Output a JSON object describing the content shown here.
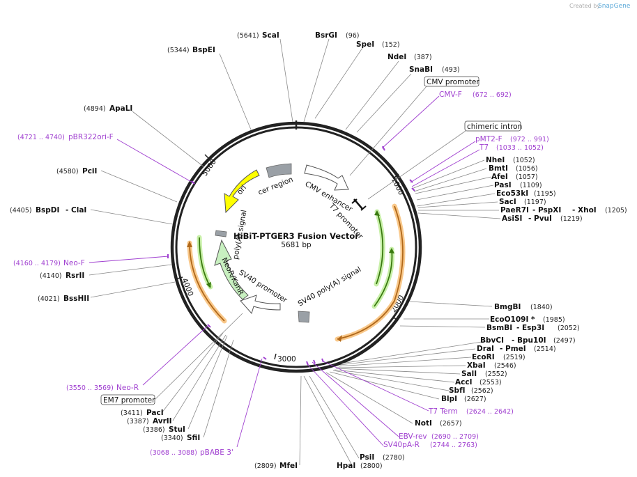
{
  "credit": {
    "created_by": "Created by",
    "brand": "SnapGene"
  },
  "plasmid": {
    "name": "HiBiT-PTGER3  Fusion Vector",
    "length": "5681 bp"
  },
  "ticks": [
    "1000",
    "2000",
    "3000",
    "4000",
    "5000"
  ],
  "boxed_labels": {
    "cmv_promoter": "CMV promoter",
    "chimeric_intron": "chimeric intron",
    "em7_promoter": "EM7 promoter"
  },
  "features": {
    "cmv_enhancer": "CMV enhancer",
    "t7_promoter": "T7 promoter",
    "sv40_polya_right": "SV40 poly(A) signal",
    "sv40_promoter": "SV40 promoter",
    "neor": "NeoR/KanR",
    "polya_left": "poly(A) signal",
    "ori": "ori",
    "cer": "cer region"
  },
  "sites": [
    {
      "name": "ScaI",
      "pos": "(5641)"
    },
    {
      "name": "BsrGI",
      "pos": "(96)"
    },
    {
      "name": "SpeI",
      "pos": "(152)"
    },
    {
      "name": "NdeI",
      "pos": "(387)"
    },
    {
      "name": "SnaBI",
      "pos": "(493)"
    },
    {
      "name": "BspEI",
      "pos": "(5344)"
    },
    {
      "name": "ApaLI",
      "pos": "(4894)"
    },
    {
      "name": "PciI",
      "pos": "(4580)"
    },
    {
      "name": "BspDI",
      "pos": "(4405)"
    },
    {
      "name": "- ClaI",
      "pos": ""
    },
    {
      "name": "RsrII",
      "pos": "(4140)"
    },
    {
      "name": "BssHII",
      "pos": "(4021)"
    },
    {
      "name": "NheI",
      "pos": "(1052)"
    },
    {
      "name": "BmtI",
      "pos": "(1056)"
    },
    {
      "name": "AfeI",
      "pos": "(1057)"
    },
    {
      "name": "PasI",
      "pos": "(1109)"
    },
    {
      "name": "Eco53kI",
      "pos": "(1195)"
    },
    {
      "name": "SacI",
      "pos": "(1197)"
    },
    {
      "name": "PaeR7I",
      "pos": ""
    },
    {
      "name": "- PspXI",
      "pos": ""
    },
    {
      "name": "- XhoI",
      "pos": "(1205)"
    },
    {
      "name": "AsiSI",
      "pos": ""
    },
    {
      "name": "- PvuI",
      "pos": "(1219)"
    },
    {
      "name": "BmgBI",
      "pos": "(1840)"
    },
    {
      "name": "EcoO109I *",
      "pos": "(1985)"
    },
    {
      "name": "BsmBI",
      "pos": ""
    },
    {
      "name": "- Esp3I",
      "pos": "(2052)"
    },
    {
      "name": "BbvCI",
      "pos": ""
    },
    {
      "name": "- Bpu10I",
      "pos": "(2497)"
    },
    {
      "name": "DraI",
      "pos": ""
    },
    {
      "name": "- PmeI",
      "pos": "(2514)"
    },
    {
      "name": "EcoRI",
      "pos": "(2519)"
    },
    {
      "name": "XbaI",
      "pos": "(2546)"
    },
    {
      "name": "SalI",
      "pos": "(2552)"
    },
    {
      "name": "AccI",
      "pos": "(2553)"
    },
    {
      "name": "SbfI",
      "pos": "(2562)"
    },
    {
      "name": "BlpI",
      "pos": "(2627)"
    },
    {
      "name": "NotI",
      "pos": "(2657)"
    },
    {
      "name": "PsiI",
      "pos": "(2780)"
    },
    {
      "name": "HpaI",
      "pos": "(2800)"
    },
    {
      "name": "MfeI",
      "pos": "(2809)"
    },
    {
      "name": "PacI",
      "pos": "(3411)"
    },
    {
      "name": "AvrII",
      "pos": "(3387)"
    },
    {
      "name": "StuI",
      "pos": "(3386)"
    },
    {
      "name": "SfiI",
      "pos": "(3340)"
    }
  ],
  "primers": [
    {
      "name": "CMV-F",
      "range": "(672 .. 692)"
    },
    {
      "name": "pMT2-F",
      "range": "(972 .. 991)"
    },
    {
      "name": "T7",
      "range": "(1033 .. 1052)"
    },
    {
      "name": "pBR322ori-F",
      "range": "(4721 .. 4740)"
    },
    {
      "name": "Neo-F",
      "range": "(4160 .. 4179)"
    },
    {
      "name": "Neo-R",
      "range": "(3550 .. 3569)"
    },
    {
      "name": "pBABE 3'",
      "range": "(3068 .. 3088)"
    },
    {
      "name": "T7 Term",
      "range": "(2624 .. 2642)"
    },
    {
      "name": "EBV-rev",
      "range": "(2690 .. 2709)"
    },
    {
      "name": "SV40pA-R",
      "range": "(2744 .. 2763)"
    }
  ]
}
